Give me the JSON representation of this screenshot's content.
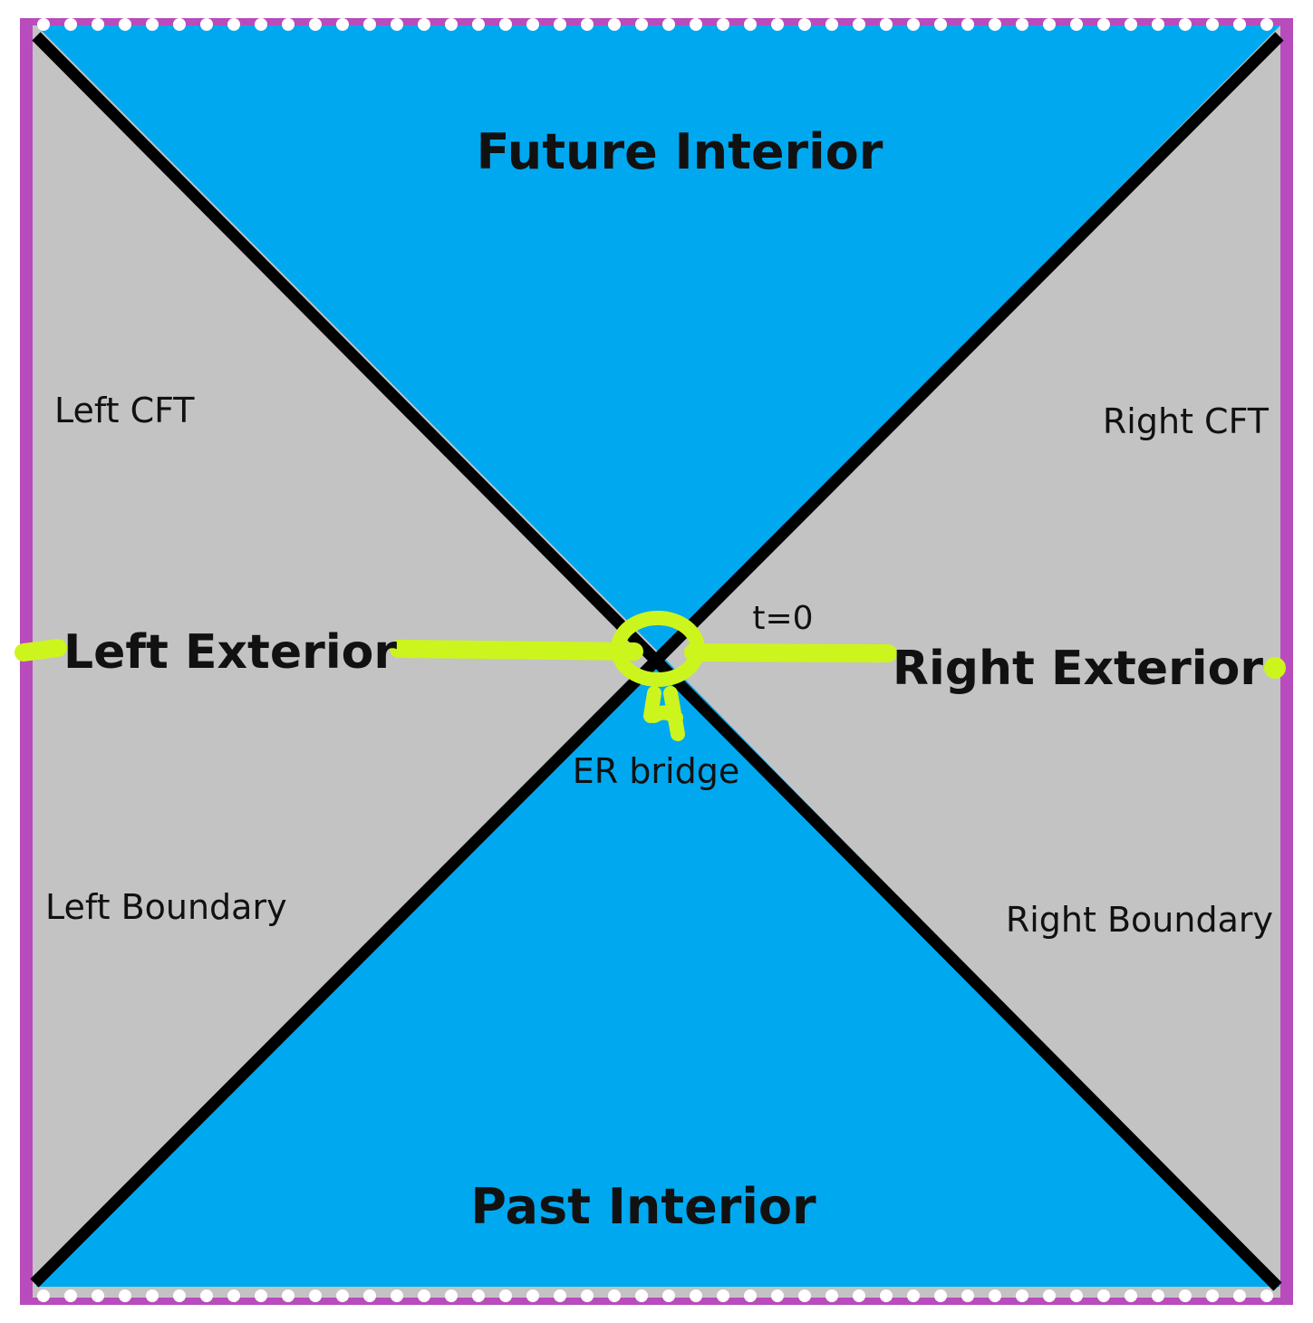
{
  "diagram": {
    "labels": {
      "future_interior": "Future Interior",
      "past_interior": "Past Interior",
      "left_cft": "Left CFT",
      "right_cft": "Right CFT",
      "left_exterior": "Left Exterior",
      "right_exterior": "Right Exterior",
      "left_boundary": "Left Boundary",
      "right_boundary": "Right Boundary",
      "t0": "t=0",
      "er_bridge": "ER bridge"
    },
    "colors": {
      "interior": "#00a8f0",
      "exterior": "#c3c3c3",
      "horizon": "#000000",
      "boundary": "#b84cbc",
      "singularity_dots": "#ffffff",
      "time_slice": "#ccf51d"
    }
  }
}
